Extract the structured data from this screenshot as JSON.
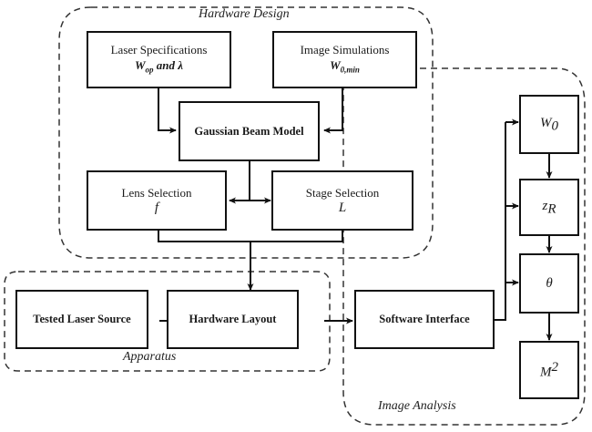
{
  "groups": {
    "hardware_design": "Hardware Design",
    "apparatus": "Apparatus",
    "image_analysis": "Image Analysis"
  },
  "boxes": {
    "laser_specifications": {
      "title": "Laser Specifications",
      "param_main": "W",
      "param_sub": "op",
      "param_rest": " and λ"
    },
    "image_simulations": {
      "title": "Image Simulations",
      "param_main": "W",
      "param_sub": "0,min"
    },
    "gaussian_beam_model": {
      "title": "Gaussian Beam Model"
    },
    "lens_selection": {
      "title": "Lens Selection",
      "param": "f"
    },
    "stage_selection": {
      "title": "Stage Selection",
      "param": "L"
    },
    "tested_laser_source": {
      "title": "Tested Laser Source"
    },
    "hardware_layout": {
      "title": "Hardware Layout"
    },
    "software_interface": {
      "title": "Software Interface"
    },
    "w0": {
      "main": "W",
      "sub": "0"
    },
    "zr": {
      "main": "z",
      "sub": "R"
    },
    "theta": {
      "main": "θ"
    },
    "m2": {
      "main": "M",
      "sup": "2"
    }
  }
}
